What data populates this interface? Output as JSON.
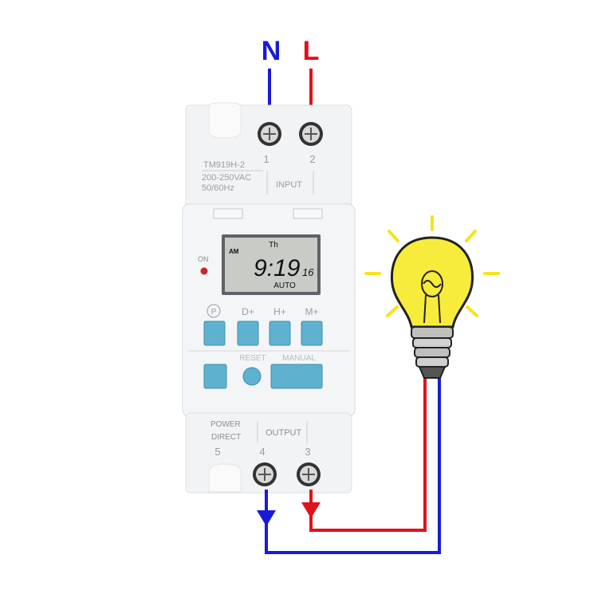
{
  "supply": {
    "neutral_label": "N",
    "live_label": "L"
  },
  "device": {
    "model": "TM919H-2",
    "voltage": "200-250VAC",
    "frequency": "50/60Hz",
    "input_label": "INPUT",
    "terminal_1": "1",
    "terminal_2": "2",
    "on_label": "ON",
    "power_direct_line1": "POWER",
    "power_direct_line2": "DIRECT",
    "output_label": "OUTPUT",
    "terminal_5": "5",
    "terminal_4": "4",
    "terminal_3": "3",
    "reset_label": "RESET",
    "manual_label": "MANUAL"
  },
  "lcd": {
    "day": "Th",
    "ampm": "AM",
    "time": "9:19",
    "seconds": "16",
    "mode": "AUTO"
  },
  "buttons": {
    "p_label": "P",
    "d_label": "D+",
    "h_label": "H+",
    "m_label": "M+"
  },
  "colors": {
    "neutral_wire": "#1a1ad6",
    "live_wire": "#e0121b",
    "bulb_glass": "#f7ec3c",
    "button_blue": "#5fb2cf"
  },
  "icons": [
    "light-bulb-icon",
    "screw-terminal-icon",
    "led-indicator-icon"
  ]
}
